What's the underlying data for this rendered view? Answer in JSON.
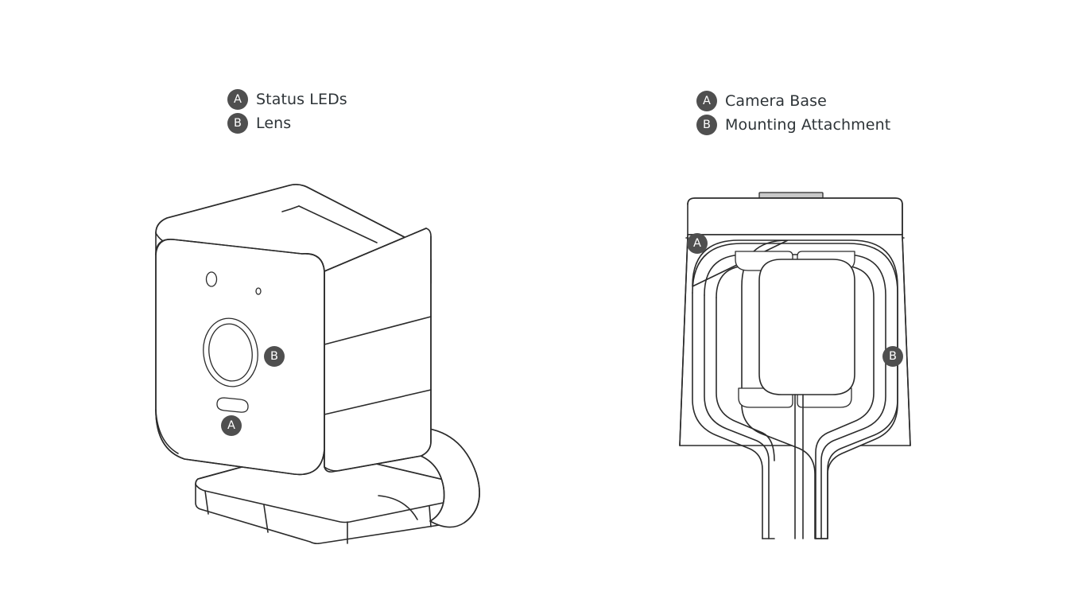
{
  "page": {
    "background_color": "#ffffff",
    "line_color": "#2b2b2b",
    "badge_color": "#4f4f4f",
    "badge_text_color": "#ffffff",
    "label_text_color": "#2e3438"
  },
  "diagrams": [
    {
      "id": "camera-front-perspective",
      "legend": [
        {
          "key": "A",
          "label": "Status LEDs"
        },
        {
          "key": "B",
          "label": "Lens"
        }
      ],
      "markers": [
        {
          "key": "B",
          "target": "lens"
        },
        {
          "key": "A",
          "target": "status-leds"
        }
      ]
    },
    {
      "id": "camera-rear-mount",
      "legend": [
        {
          "key": "A",
          "label": "Camera Base"
        },
        {
          "key": "B",
          "label": "Mounting Attachment"
        }
      ],
      "markers": [
        {
          "key": "A",
          "target": "camera-base"
        },
        {
          "key": "B",
          "target": "mounting-attachment"
        }
      ]
    }
  ]
}
